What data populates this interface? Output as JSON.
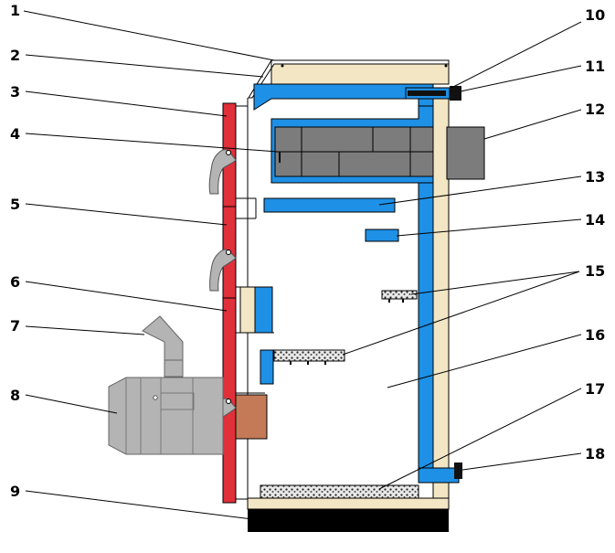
{
  "callouts": [
    {
      "id": "c1",
      "label": "1"
    },
    {
      "id": "c2",
      "label": "2"
    },
    {
      "id": "c3",
      "label": "3"
    },
    {
      "id": "c4",
      "label": "4"
    },
    {
      "id": "c5",
      "label": "5"
    },
    {
      "id": "c6",
      "label": "6"
    },
    {
      "id": "c7",
      "label": "7"
    },
    {
      "id": "c8",
      "label": "8"
    },
    {
      "id": "c9",
      "label": "9"
    },
    {
      "id": "c10",
      "label": "10"
    },
    {
      "id": "c11",
      "label": "11"
    },
    {
      "id": "c12",
      "label": "12"
    },
    {
      "id": "c13",
      "label": "13"
    },
    {
      "id": "c14",
      "label": "14"
    },
    {
      "id": "c15",
      "label": "15"
    },
    {
      "id": "c16",
      "label": "16"
    },
    {
      "id": "c17",
      "label": "17"
    },
    {
      "id": "c18",
      "label": "18"
    }
  ],
  "colors": {
    "water_jacket": "#1e90e6",
    "insulation": "#f3e6c4",
    "door": "#e0303a",
    "heat_exchanger": "#7c7c7c",
    "burner": "#b4b4b4",
    "refractory": "#c47a56",
    "base": "#000000",
    "outline": "#000000"
  }
}
